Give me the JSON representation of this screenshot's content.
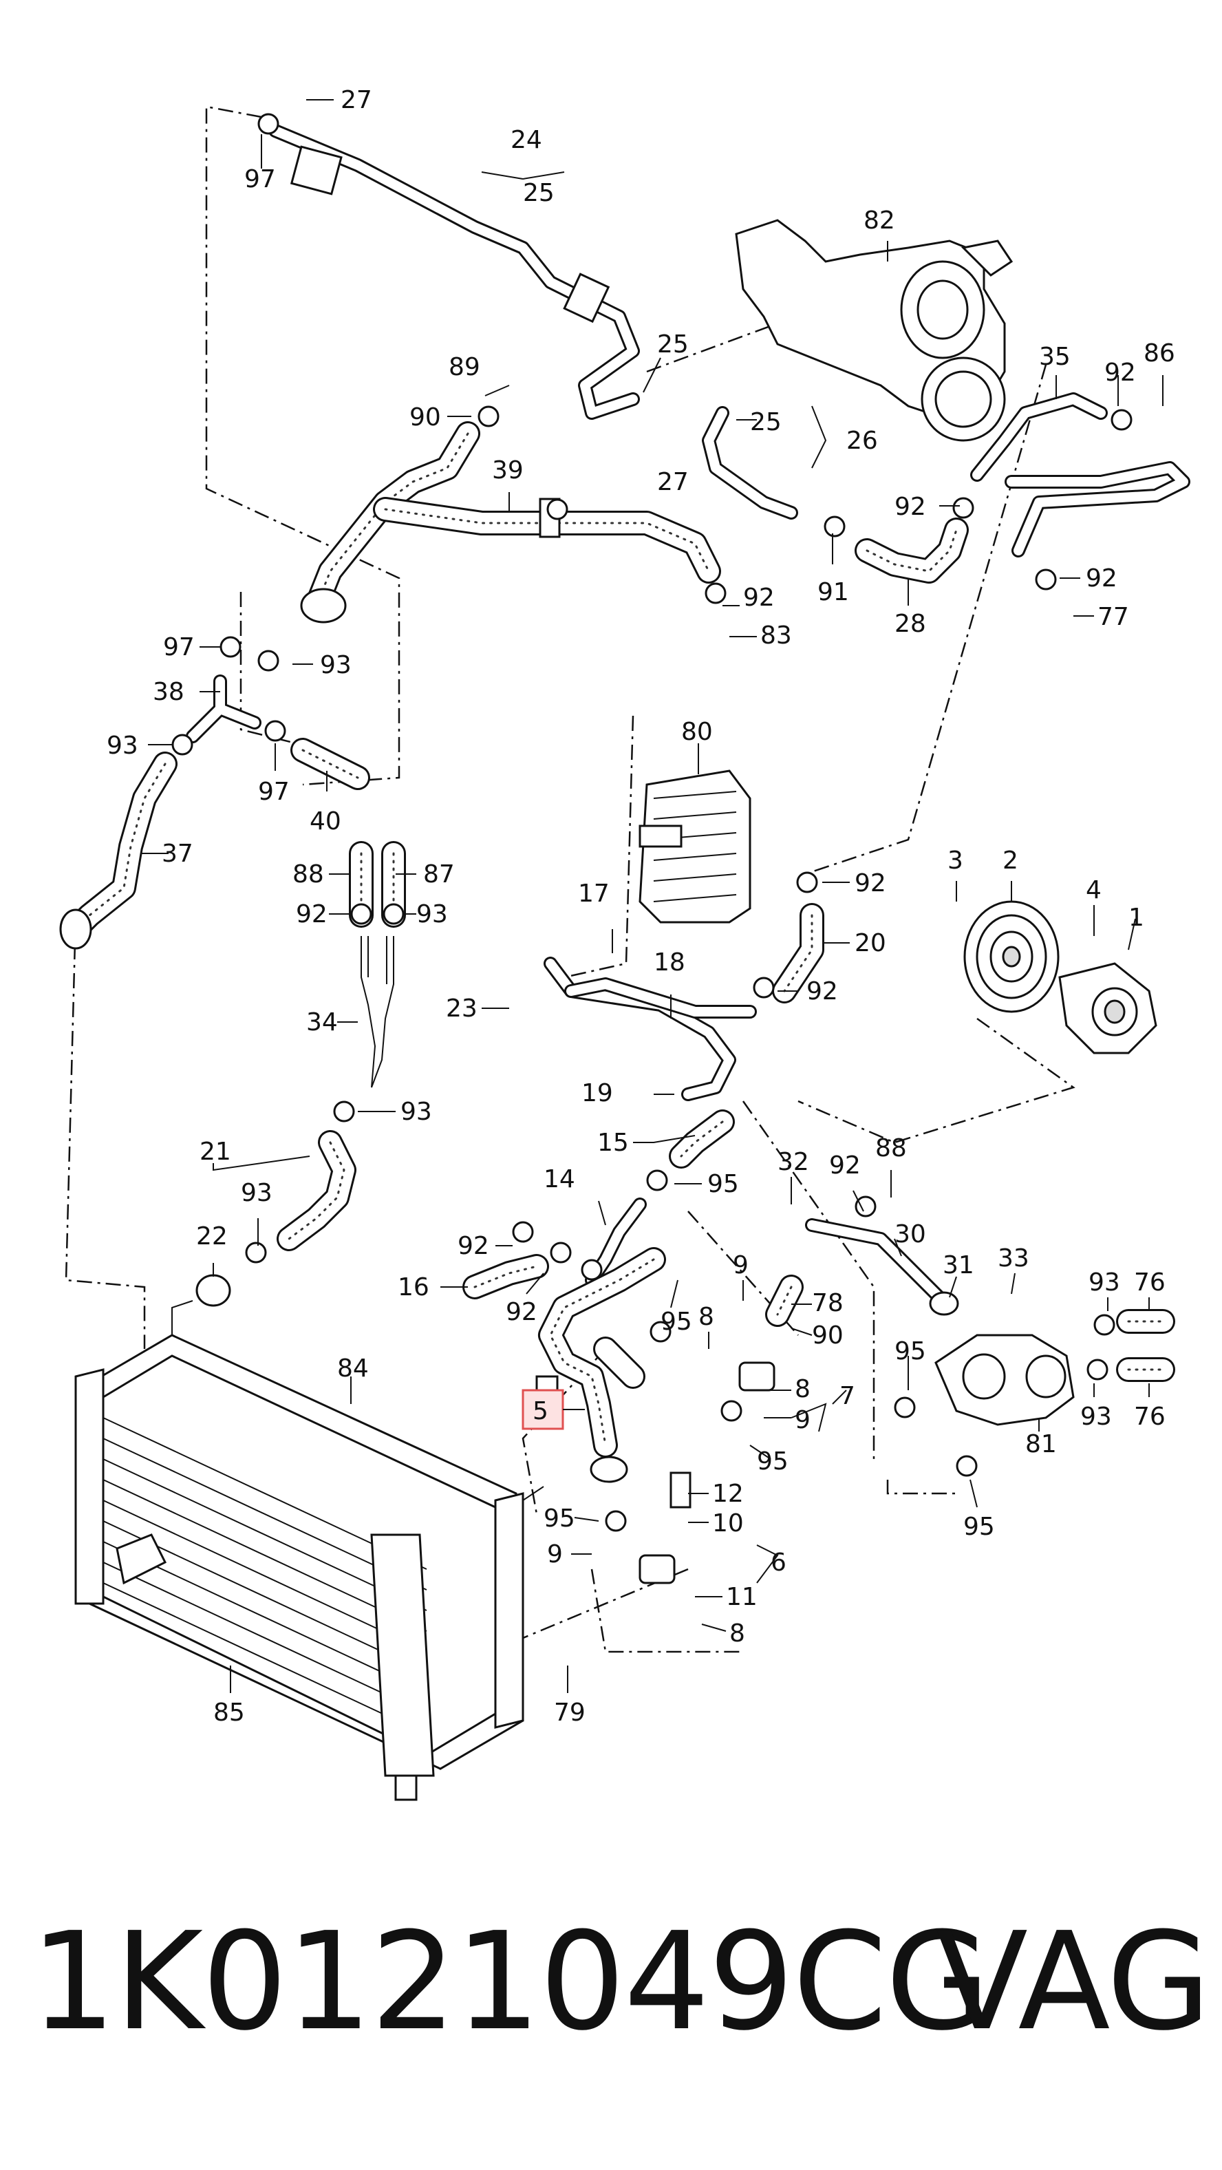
{
  "diagram": {
    "callouts": {
      "c1": "1",
      "c2": "2",
      "c3": "3",
      "c4": "4",
      "c5": "5",
      "c6": "6",
      "c7": "7",
      "c8": "8",
      "c9": "9",
      "c10": "10",
      "c11": "11",
      "c12": "12",
      "c14": "14",
      "c15": "15",
      "c16": "16",
      "c17": "17",
      "c18": "18",
      "c19": "19",
      "c20": "20",
      "c21": "21",
      "c22": "22",
      "c23": "23",
      "c24": "24",
      "c25": "25",
      "c26": "26",
      "c27": "27",
      "c28": "28",
      "c30": "30",
      "c31": "31",
      "c32": "32",
      "c33": "33",
      "c34": "34",
      "c35": "35",
      "c37": "37",
      "c38": "38",
      "c39": "39",
      "c40": "40",
      "c76": "76",
      "c77": "77",
      "c78": "78",
      "c79": "79",
      "c80": "80",
      "c81": "81",
      "c82": "82",
      "c83": "83",
      "c84": "84",
      "c85": "85",
      "c86": "86",
      "c87": "87",
      "c88": "88",
      "c89": "89",
      "c90": "90",
      "c91": "91",
      "c92": "92",
      "c93": "93",
      "c95": "95",
      "c97": "97"
    },
    "highlighted_part": "5",
    "highlight_color": "#e05050"
  },
  "caption": {
    "part_number": "1K0121049CG",
    "brand": "VAG"
  }
}
